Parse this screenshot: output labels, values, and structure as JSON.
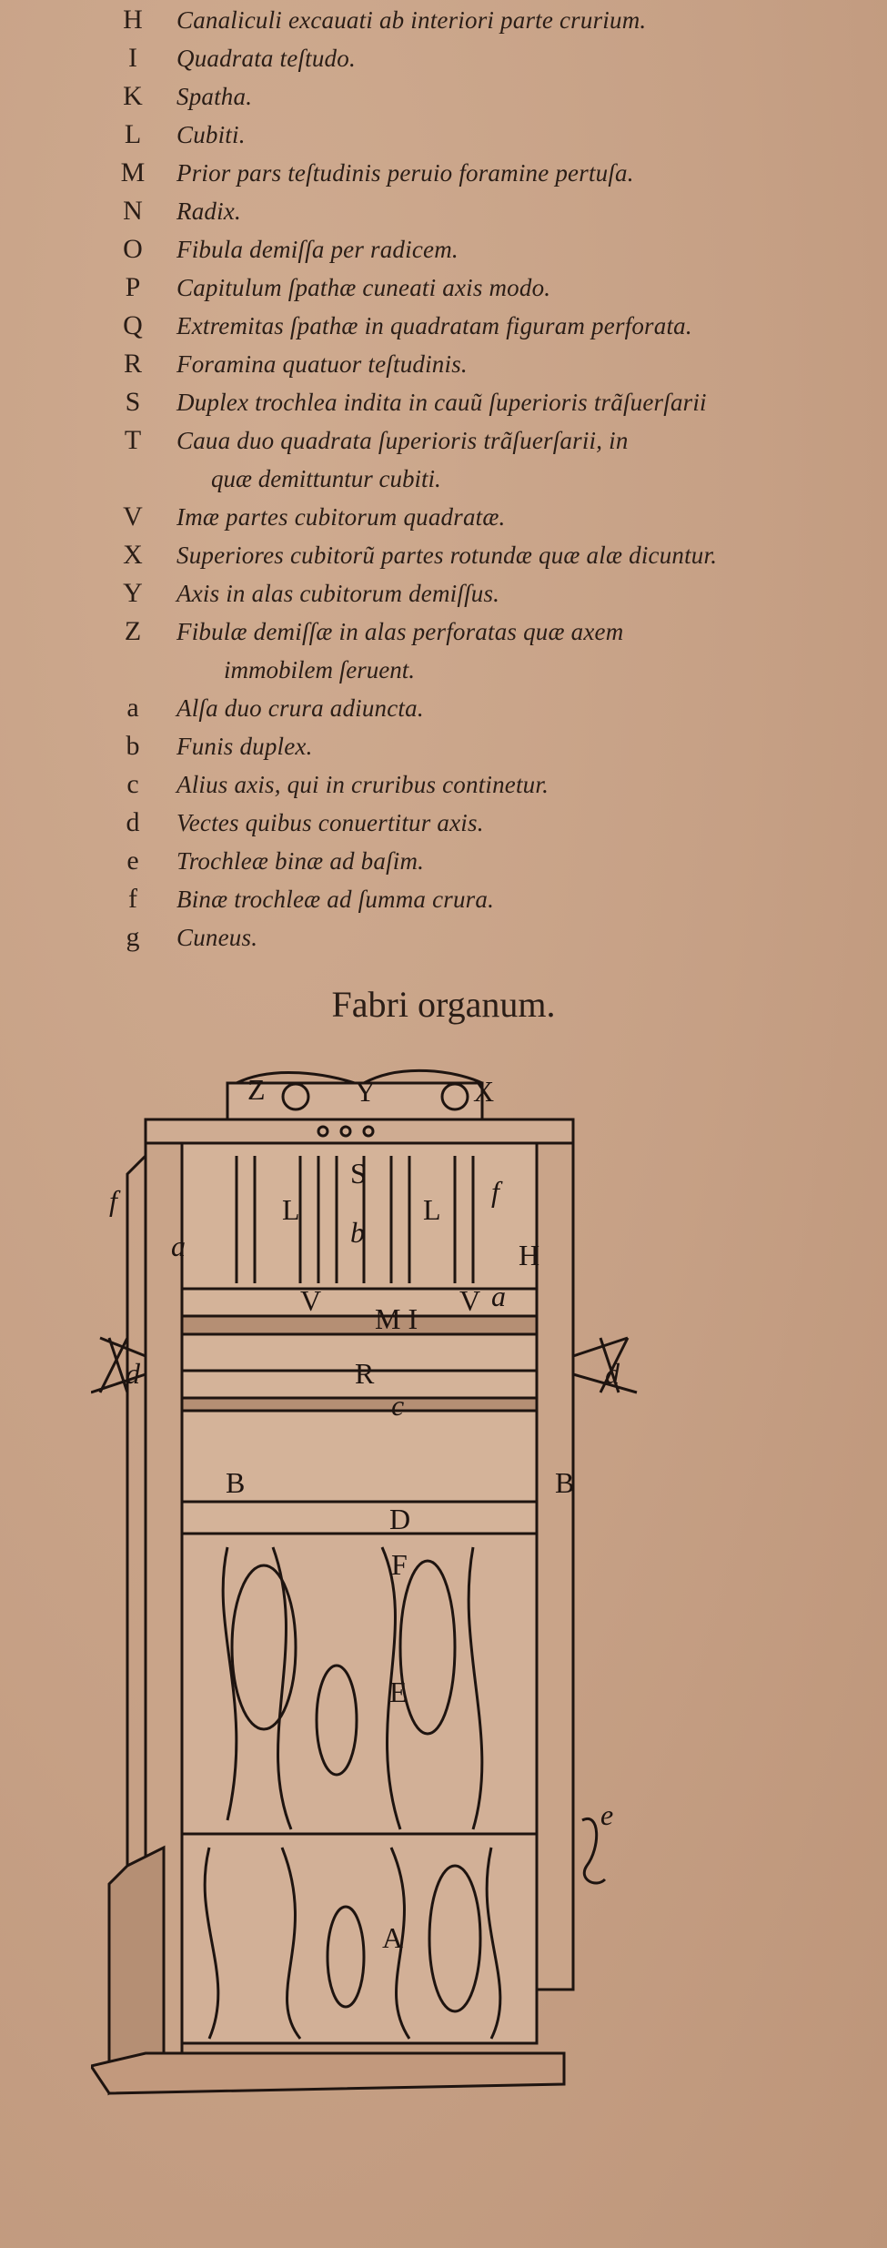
{
  "legend": [
    {
      "letter": "H",
      "text": "Canaliculi excauati ab interiori parte crurium."
    },
    {
      "letter": "I",
      "text": "Quadrata teſtudo."
    },
    {
      "letter": "K",
      "text": "Spatha."
    },
    {
      "letter": "L",
      "text": "Cubiti."
    },
    {
      "letter": "M",
      "text": "Prior pars teſtudinis peruio foramine pertuſa."
    },
    {
      "letter": "N",
      "text": "Radix."
    },
    {
      "letter": "O",
      "text": "Fibula demiſſa per radicem."
    },
    {
      "letter": "P",
      "text": "Capitulum ſpathæ cuneati axis modo."
    },
    {
      "letter": "Q",
      "text": "Extremitas ſpathæ in quadratam figuram perforata."
    },
    {
      "letter": "R",
      "text": "Foramina quatuor teſtudinis."
    },
    {
      "letter": "S",
      "text": "Duplex trochlea indita in cauũ ſuperioris trãſuerſarii"
    },
    {
      "letter": "T",
      "text": "Caua duo quadrata ſuperioris trãſuerſarii, in",
      "cont": "quæ demittuntur cubiti."
    },
    {
      "letter": "V",
      "text": "Imæ partes cubitorum quadratæ."
    },
    {
      "letter": "X",
      "text": "Superiores cubitorũ partes rotundæ quæ alæ dicuntur."
    },
    {
      "letter": "Y",
      "text": "Axis in alas cubitorum demiſſus."
    },
    {
      "letter": "Z",
      "text": "Fibulæ demiſſæ in alas perforatas quæ axem",
      "cont": "immobilem ſeruent."
    },
    {
      "letter": "a",
      "text": "Alſa duo crura adiuncta."
    },
    {
      "letter": "b",
      "text": "Funis duplex."
    },
    {
      "letter": "c",
      "text": "Alius axis, qui in cruribus continetur."
    },
    {
      "letter": "d",
      "text": "Vectes quibus conuertitur axis."
    },
    {
      "letter": "e",
      "text": "Trochleæ binæ ad baſim."
    },
    {
      "letter": "f",
      "text": "Binæ trochleæ ad ſumma crura."
    },
    {
      "letter": "g",
      "text": "Cuneus."
    }
  ],
  "caption": "Fabri organum.",
  "figure_labels": {
    "Z": "Z",
    "Y": "Y",
    "X": "X",
    "S": "S",
    "L1": "L",
    "L2": "L",
    "b": "b",
    "f1": "f",
    "f2": "f",
    "H": "H",
    "a1": "a",
    "a2": "a",
    "V1": "V",
    "V2": "V",
    "MI": "M I",
    "R": "R",
    "c": "c",
    "d1": "d",
    "d2": "d",
    "B1": "B",
    "B2": "B",
    "D": "D",
    "F": "F",
    "E": "E",
    "e": "e",
    "A": "A"
  }
}
